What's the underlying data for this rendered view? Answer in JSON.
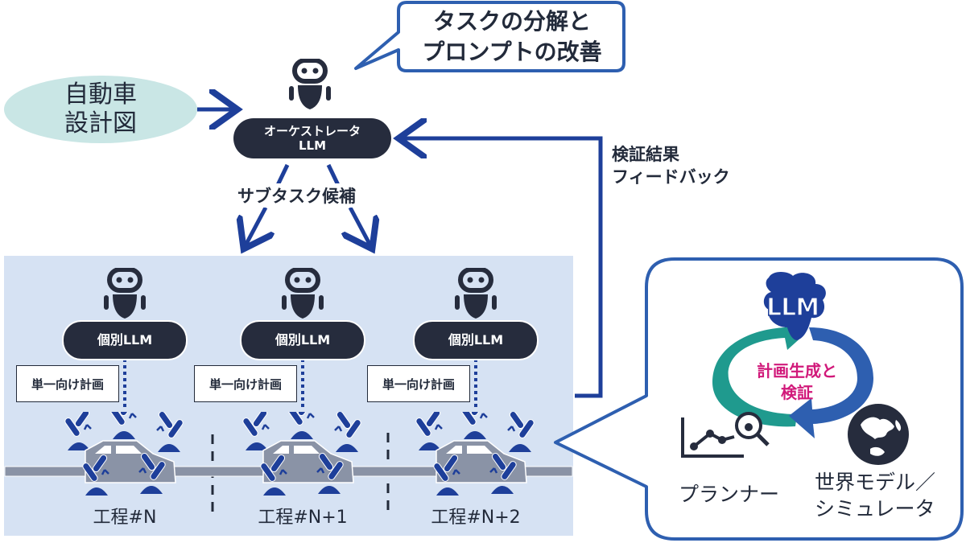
{
  "input": {
    "line1": "自動車",
    "line2": "設計図"
  },
  "orchestrator": {
    "line1": "オーケストレータ",
    "line2": "LLM",
    "icon": "robot-icon"
  },
  "speech_bubble": {
    "line1": "タスクの分解と",
    "line2": "プロンプトの改善"
  },
  "subtask_label": "サブタスク候補",
  "feedback_label": {
    "line1": "検証結果",
    "line2": "フィードバック"
  },
  "processes": [
    {
      "llm_label": "個別LLM",
      "plan_label": "単一向け計画",
      "step_label": "工程#N"
    },
    {
      "llm_label": "個別LLM",
      "plan_label": "単一向け計画",
      "step_label": "工程#N+1"
    },
    {
      "llm_label": "個別LLM",
      "plan_label": "単一向け計画",
      "step_label": "工程#N+2"
    }
  ],
  "detail_panel": {
    "llm_badge": "LLM",
    "cycle_label": {
      "line1": "計画生成と",
      "line2": "検証"
    },
    "planner_label": "プランナー",
    "world_model_label": {
      "line1": "世界モデル／",
      "line2": "シミュレータ"
    }
  },
  "colors": {
    "dark_navy": "#262c3d",
    "arrow_blue": "#1e3f9a",
    "bubble_blue": "#2e5fb0",
    "panel_bg": "#d6e2f3",
    "input_ellipse": "#c9e6e5",
    "teal": "#1f9a8e",
    "magenta": "#d1197a",
    "car_gray": "#8a93a6"
  }
}
